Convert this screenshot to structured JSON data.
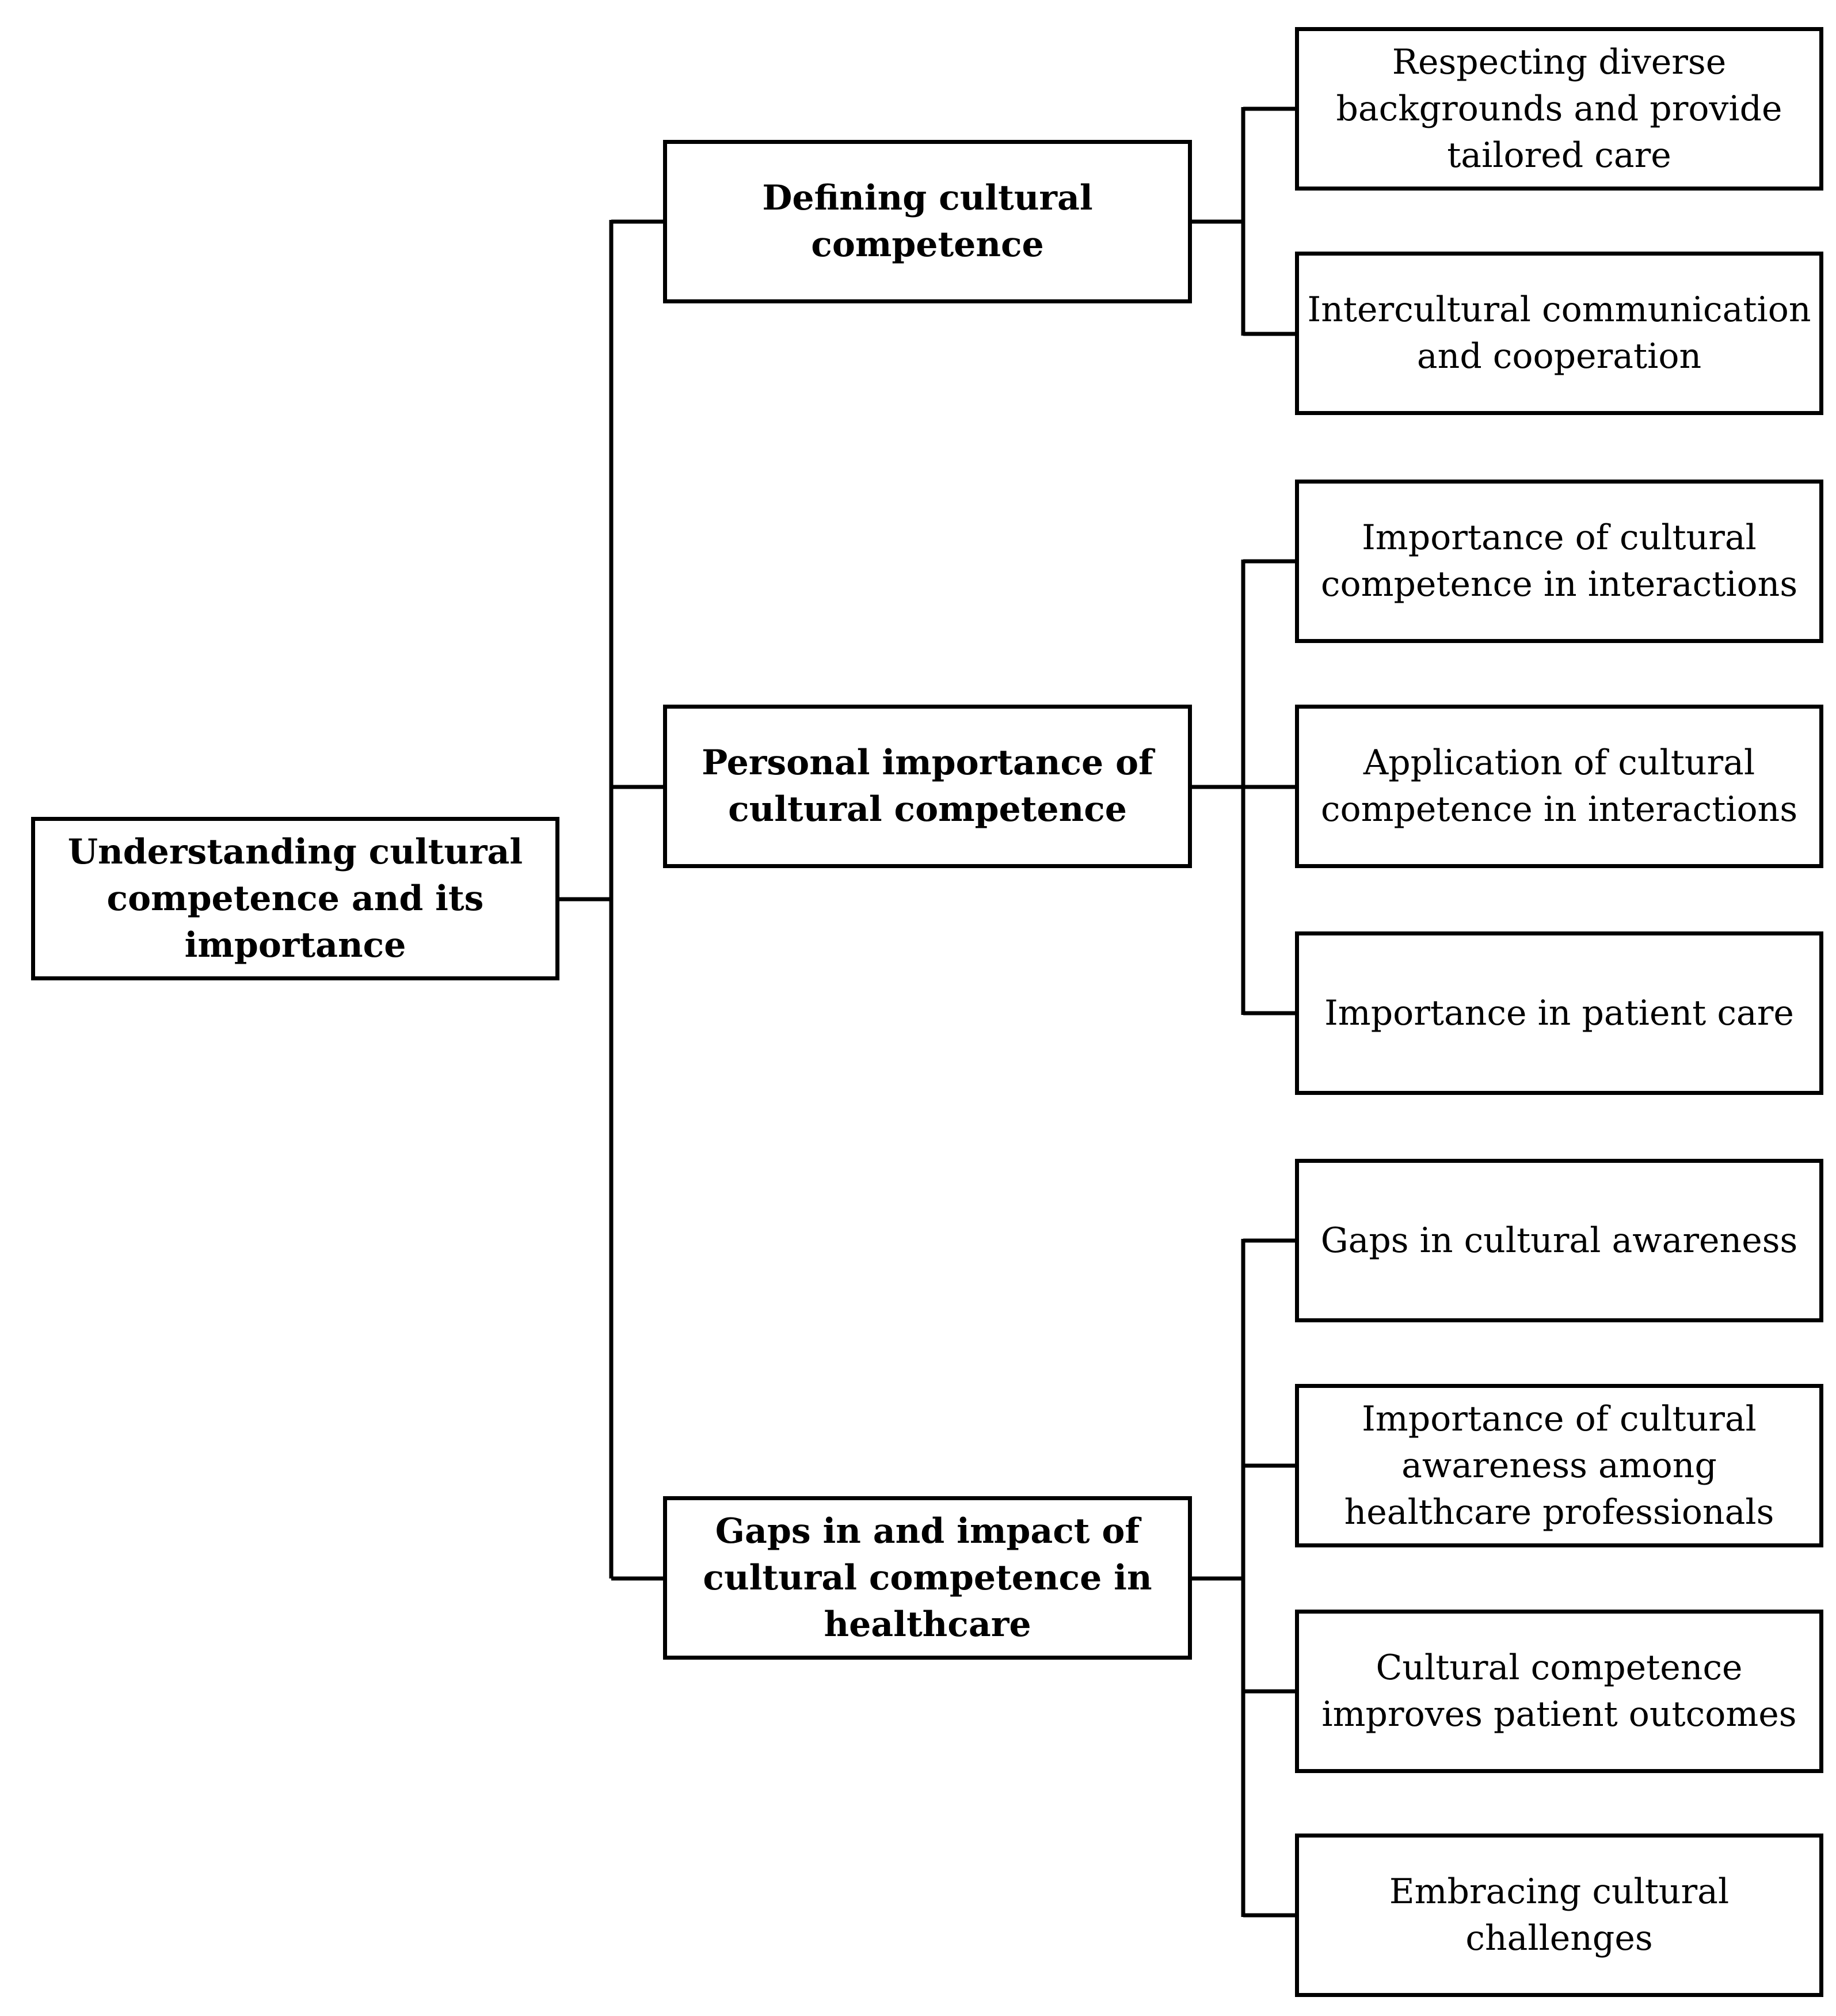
{
  "colors": {
    "line": "#000000",
    "box_border": "#000000",
    "box_fill": "#ffffff",
    "text": "#000000"
  },
  "root": {
    "label": "Understanding cultural competence and its importance"
  },
  "branches": [
    {
      "label": "Defining cultural competence",
      "children": [
        "Respecting diverse backgrounds and provide tailored care",
        "Intercultural communication and cooperation"
      ]
    },
    {
      "label": "Personal importance of cultural competence",
      "children": [
        "Importance of cultural competence in interactions",
        "Application of cultural competence in interactions",
        "Importance in patient care"
      ]
    },
    {
      "label": "Gaps in and impact of cultural competence in healthcare",
      "children": [
        "Gaps in cultural awareness",
        "Importance of cultural awareness among healthcare professionals",
        "Cultural competence improves patient outcomes",
        "Embracing cultural challenges"
      ]
    }
  ]
}
